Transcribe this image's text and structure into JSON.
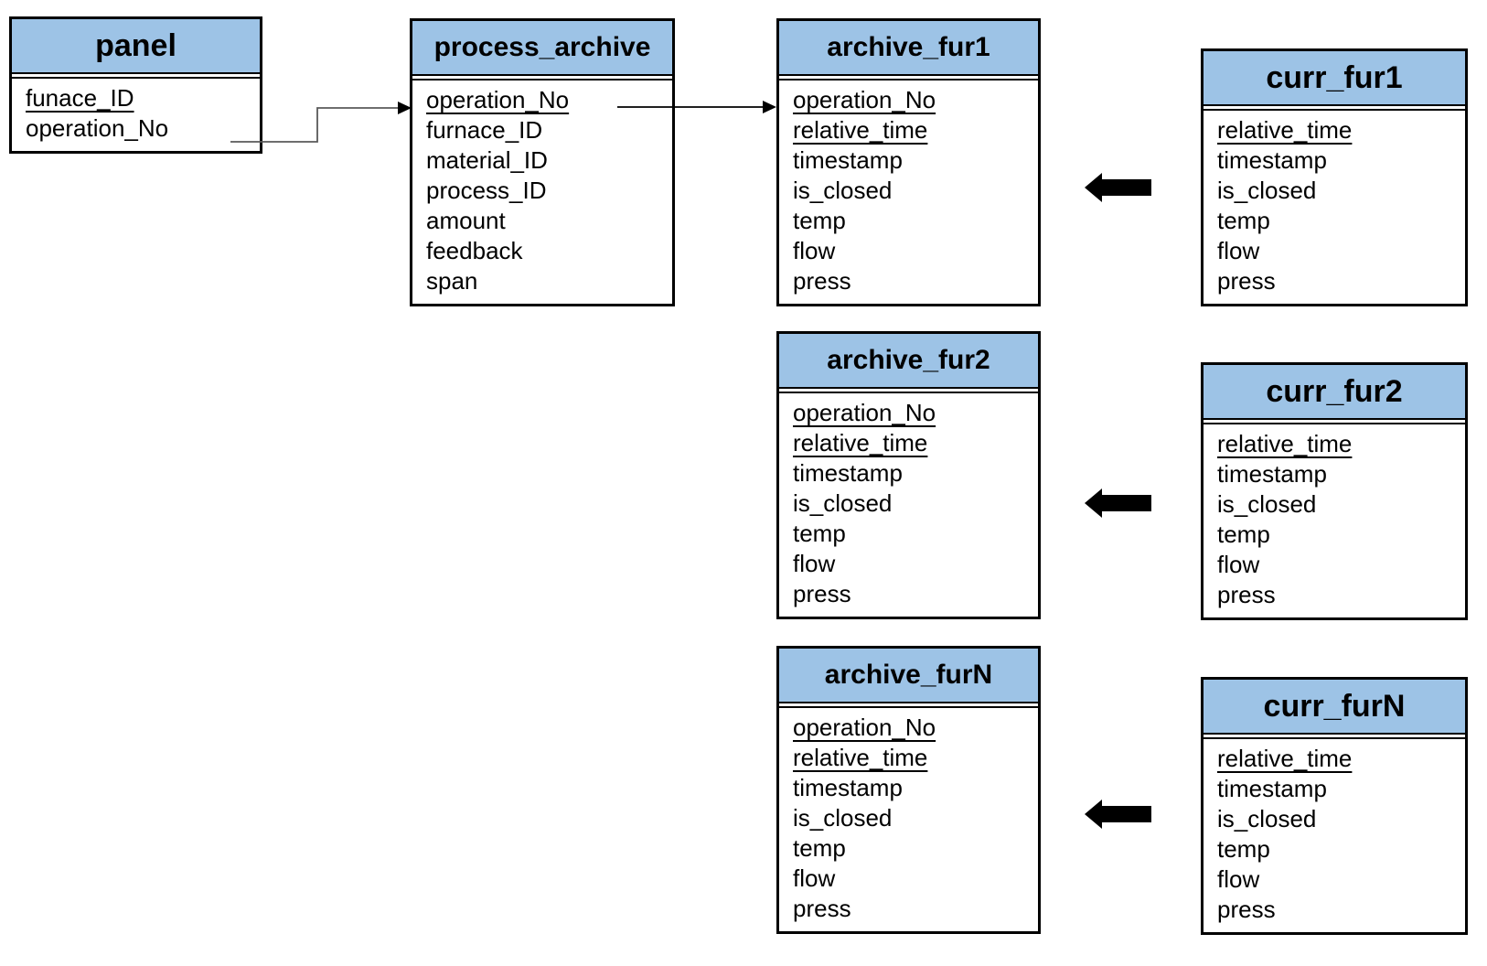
{
  "diagram": {
    "colors": {
      "header_fill": "#9DC3E6",
      "border": "#000000",
      "connector_line": "#595959",
      "arrow_fill": "#000000"
    },
    "tables": {
      "panel": {
        "title": "panel",
        "fields": [
          {
            "name": "funace_ID",
            "key": true
          },
          {
            "name": "operation_No",
            "key": false
          }
        ]
      },
      "process_archive": {
        "title": "process_archive",
        "fields": [
          {
            "name": "operation_No",
            "key": true
          },
          {
            "name": "furnace_ID",
            "key": false
          },
          {
            "name": "material_ID",
            "key": false
          },
          {
            "name": "process_ID",
            "key": false
          },
          {
            "name": "amount",
            "key": false
          },
          {
            "name": "feedback",
            "key": false
          },
          {
            "name": "span",
            "key": false
          }
        ]
      },
      "archive_fur1": {
        "title": "archive_fur1",
        "fields": [
          {
            "name": "operation_No",
            "key": true
          },
          {
            "name": "relative_time",
            "key": true
          },
          {
            "name": "timestamp",
            "key": false
          },
          {
            "name": "is_closed",
            "key": false
          },
          {
            "name": "temp",
            "key": false
          },
          {
            "name": "flow",
            "key": false
          },
          {
            "name": "press",
            "key": false
          }
        ]
      },
      "archive_fur2": {
        "title": "archive_fur2",
        "fields": [
          {
            "name": "operation_No",
            "key": true
          },
          {
            "name": "relative_time",
            "key": true
          },
          {
            "name": "timestamp",
            "key": false
          },
          {
            "name": "is_closed",
            "key": false
          },
          {
            "name": "temp",
            "key": false
          },
          {
            "name": "flow",
            "key": false
          },
          {
            "name": "press",
            "key": false
          }
        ]
      },
      "archive_furN": {
        "title": "archive_furN",
        "fields": [
          {
            "name": "operation_No",
            "key": true
          },
          {
            "name": "relative_time",
            "key": true
          },
          {
            "name": "timestamp",
            "key": false
          },
          {
            "name": "is_closed",
            "key": false
          },
          {
            "name": "temp",
            "key": false
          },
          {
            "name": "flow",
            "key": false
          },
          {
            "name": "press",
            "key": false
          }
        ]
      },
      "curr_fur1": {
        "title": "curr_fur1",
        "fields": [
          {
            "name": "relative_time",
            "key": true
          },
          {
            "name": "timestamp",
            "key": false
          },
          {
            "name": "is_closed",
            "key": false
          },
          {
            "name": "temp",
            "key": false
          },
          {
            "name": "flow",
            "key": false
          },
          {
            "name": "press",
            "key": false
          }
        ]
      },
      "curr_fur2": {
        "title": "curr_fur2",
        "fields": [
          {
            "name": "relative_time",
            "key": true
          },
          {
            "name": "timestamp",
            "key": false
          },
          {
            "name": "is_closed",
            "key": false
          },
          {
            "name": "temp",
            "key": false
          },
          {
            "name": "flow",
            "key": false
          },
          {
            "name": "press",
            "key": false
          }
        ]
      },
      "curr_furN": {
        "title": "curr_furN",
        "fields": [
          {
            "name": "relative_time",
            "key": true
          },
          {
            "name": "timestamp",
            "key": false
          },
          {
            "name": "is_closed",
            "key": false
          },
          {
            "name": "temp",
            "key": false
          },
          {
            "name": "flow",
            "key": false
          },
          {
            "name": "press",
            "key": false
          }
        ]
      }
    },
    "relations": [
      {
        "from": "panel.operation_No",
        "to": "process_archive.operation_No",
        "style": "elbow-thin-arrow"
      },
      {
        "from": "process_archive.operation_No",
        "to": "archive_fur1.operation_No",
        "style": "straight-thin-arrow"
      },
      {
        "from": "curr_fur1",
        "to": "archive_fur1",
        "style": "thick-block-arrow"
      },
      {
        "from": "curr_fur2",
        "to": "archive_fur2",
        "style": "thick-block-arrow"
      },
      {
        "from": "curr_furN",
        "to": "archive_furN",
        "style": "thick-block-arrow"
      }
    ]
  }
}
